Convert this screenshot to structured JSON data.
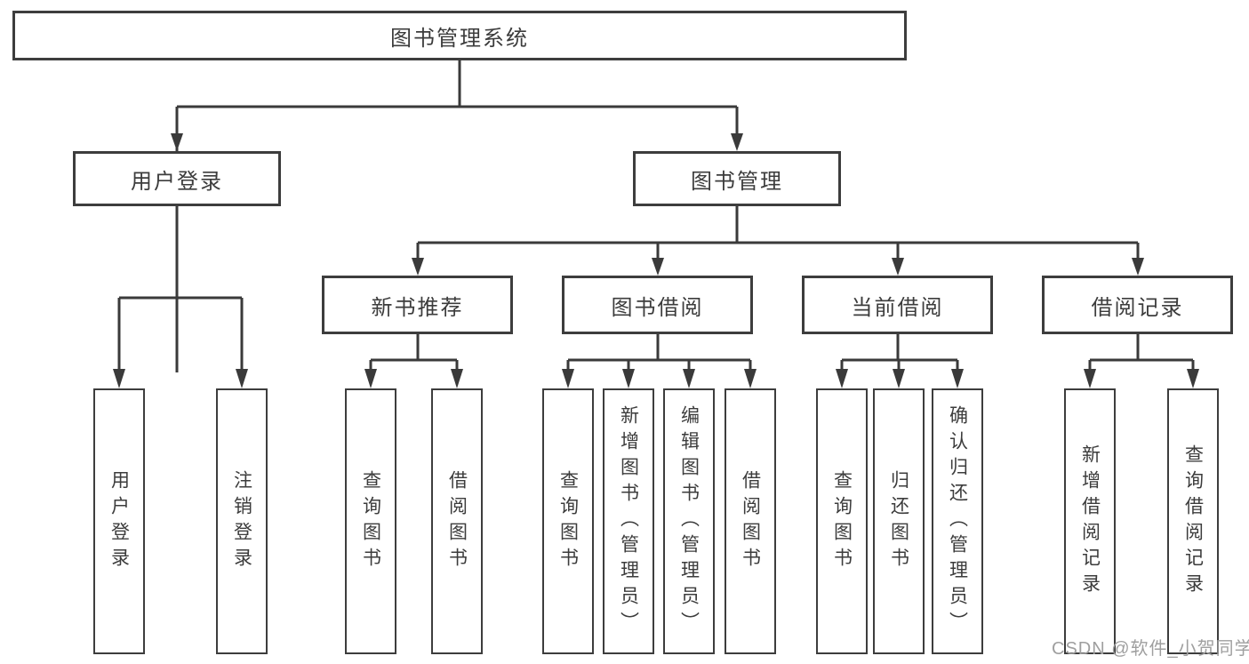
{
  "diagram": {
    "root": "图书管理系统",
    "level2": [
      {
        "label": "用户登录"
      },
      {
        "label": "图书管理"
      }
    ],
    "level3": [
      {
        "label": "新书推荐"
      },
      {
        "label": "图书借阅"
      },
      {
        "label": "当前借阅"
      },
      {
        "label": "借阅记录"
      }
    ],
    "leaves": [
      {
        "label": "用户登录",
        "parent": "用户登录"
      },
      {
        "label": "注销登录",
        "parent": "用户登录"
      },
      {
        "label": "查询图书",
        "parent": "新书推荐"
      },
      {
        "label": "借阅图书",
        "parent": "新书推荐"
      },
      {
        "label": "查询图书",
        "parent": "图书借阅"
      },
      {
        "label": "新增图书（管理员）",
        "parent": "图书借阅"
      },
      {
        "label": "编辑图书（管理员）",
        "parent": "图书借阅"
      },
      {
        "label": "借阅图书",
        "parent": "图书借阅"
      },
      {
        "label": "查询图书",
        "parent": "当前借阅"
      },
      {
        "label": "归还图书",
        "parent": "当前借阅"
      },
      {
        "label": "确认归还（管理员）",
        "parent": "当前借阅"
      },
      {
        "label": "新增借阅记录",
        "parent": "借阅记录"
      },
      {
        "label": "查询借阅记录",
        "parent": "借阅记录"
      }
    ],
    "colors": {
      "line": "#3a3a3a",
      "box_border": "#3d3d3d",
      "text": "#3c3c3c",
      "background": "#ffffff",
      "watermark": "#9f9f9f"
    }
  },
  "watermark": {
    "text": "CSDN @软件_小贺同学"
  }
}
